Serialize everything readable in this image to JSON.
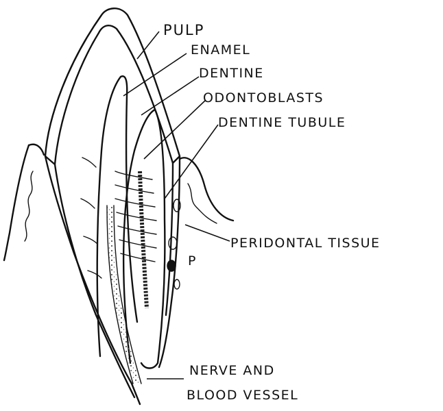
{
  "labels": {
    "pulp": "PULP",
    "enamel": "ENAMEL",
    "dentine": "DENTINE",
    "odontoblasts": "ODONTOBLASTS",
    "dentine_tubule": "DENTINE TUBULE",
    "peridontal_tissue": "PERIDONTAL TISSUE",
    "nerve_line1": "NERVE AND",
    "nerve_line2": "BLOOD VESSEL",
    "p_marker": "P"
  },
  "colors": {
    "ink": "#111111",
    "background": "#ffffff",
    "enamel_hatch": "#9a9a9a"
  }
}
